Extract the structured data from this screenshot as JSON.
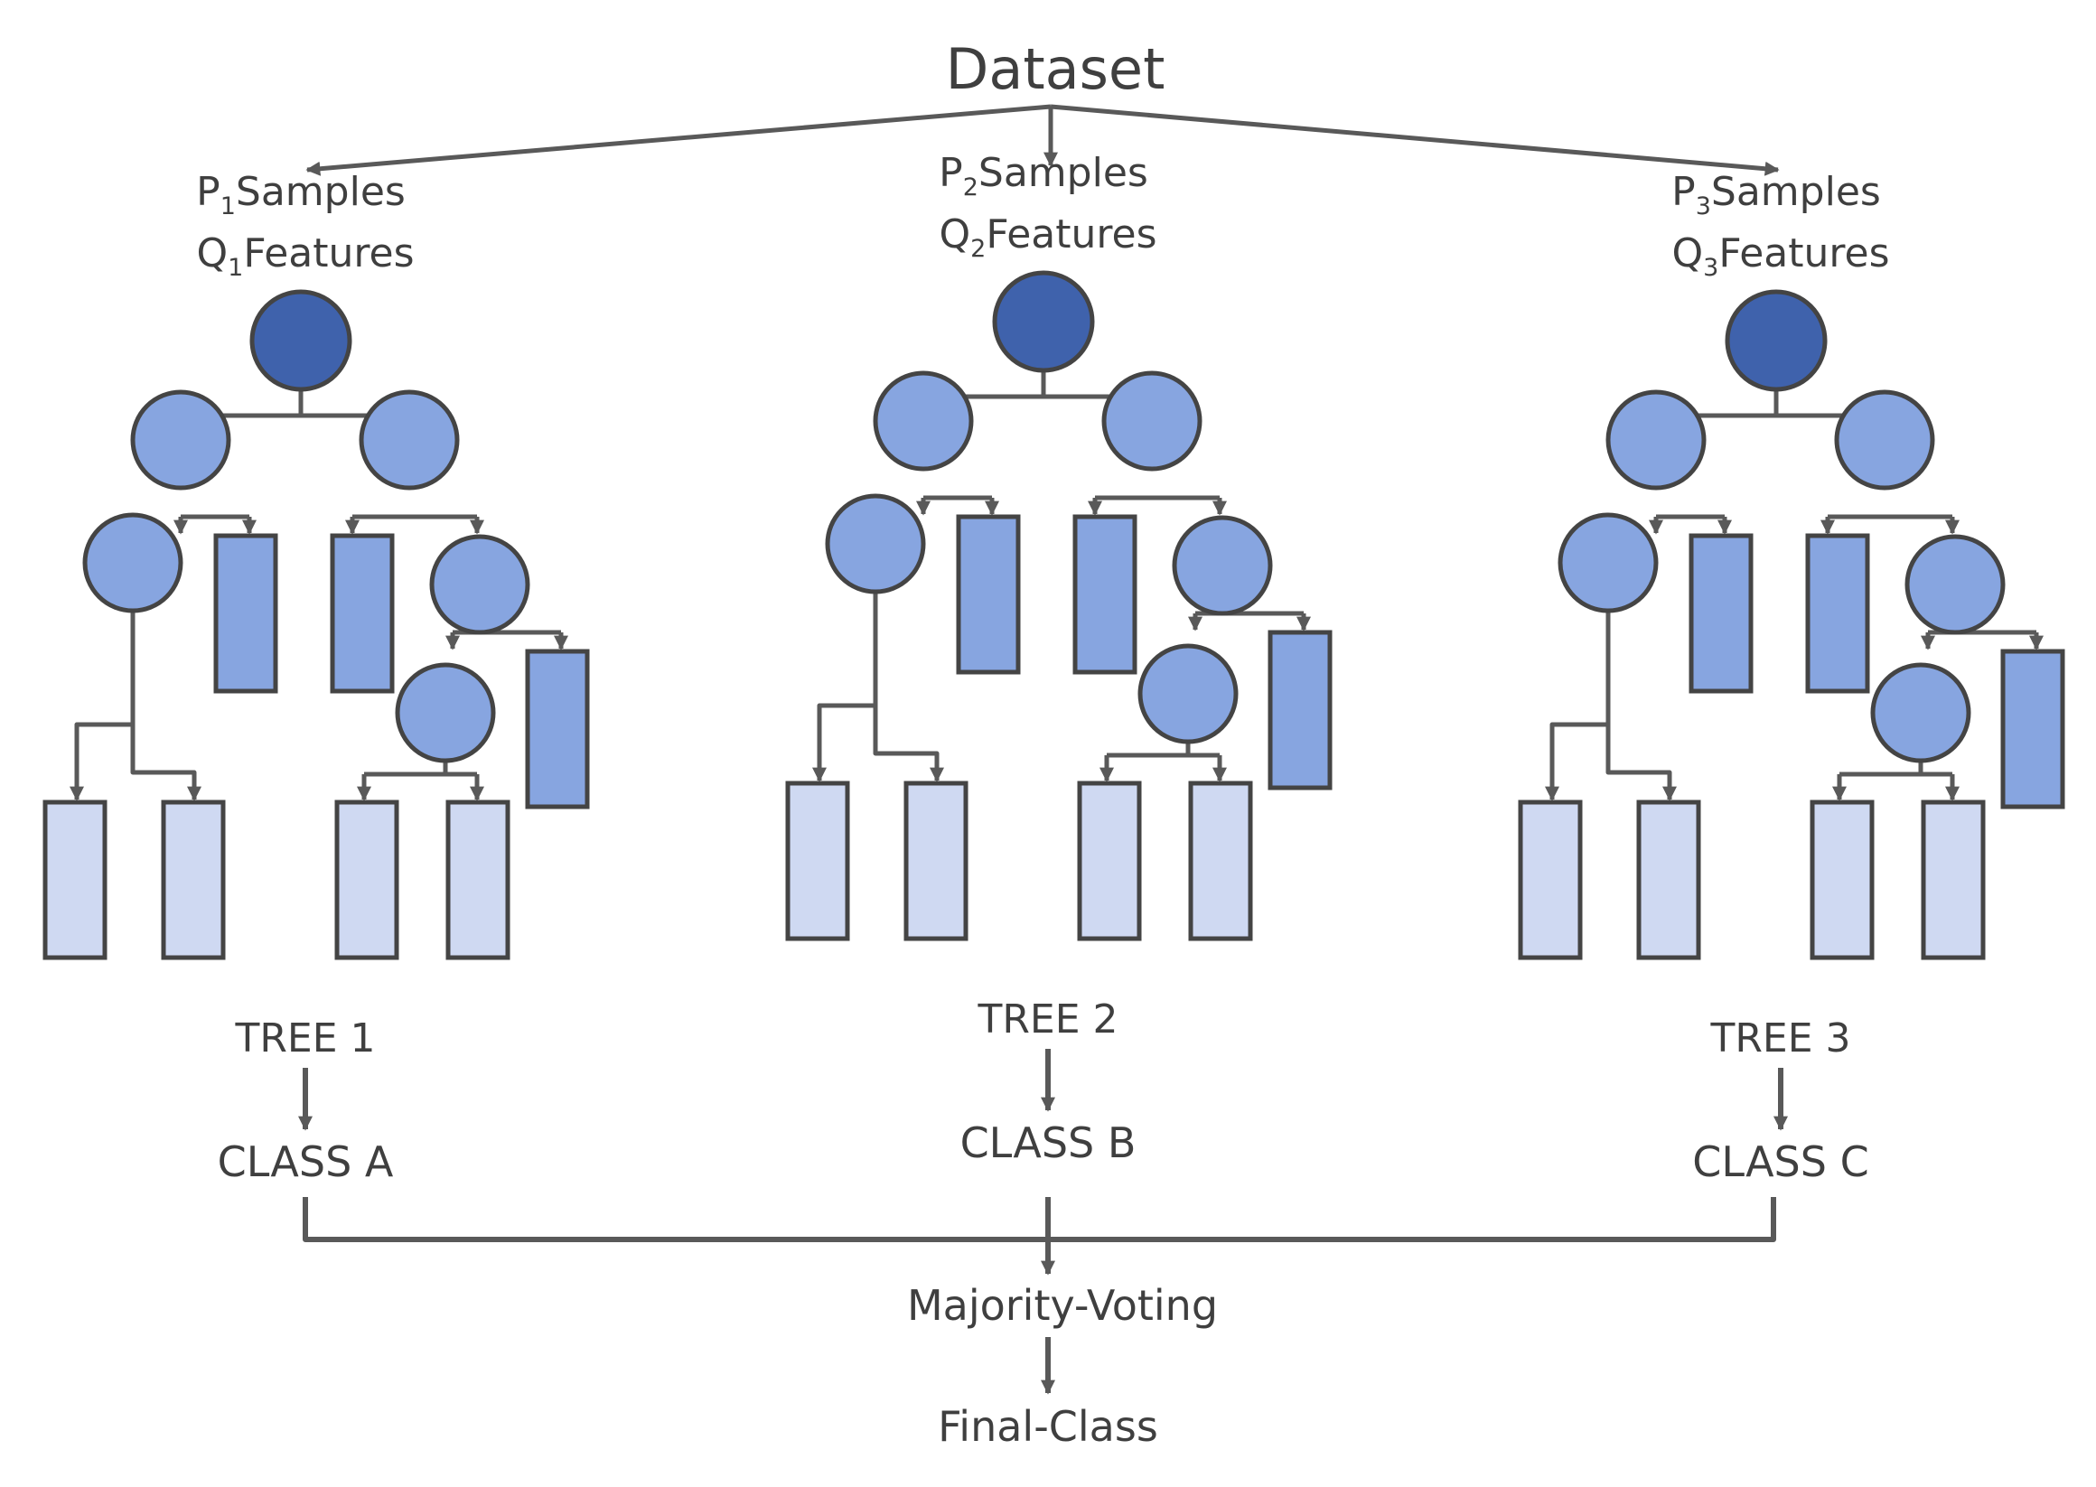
{
  "title": "Dataset",
  "trees": [
    {
      "samples": {
        "prefix": "P",
        "sub": "1",
        "suffix": "Samples"
      },
      "features": {
        "prefix": "Q",
        "sub": "1",
        "suffix": "Features"
      },
      "label": "TREE 1",
      "class_label": "CLASS A"
    },
    {
      "samples": {
        "prefix": "P",
        "sub": "2",
        "suffix": "Samples"
      },
      "features": {
        "prefix": "Q",
        "sub": "2",
        "suffix": "Features"
      },
      "label": "TREE 2",
      "class_label": "CLASS B"
    },
    {
      "samples": {
        "prefix": "P",
        "sub": "3",
        "suffix": "Samples"
      },
      "features": {
        "prefix": "Q",
        "sub": "3",
        "suffix": "Features"
      },
      "label": "TREE 3",
      "class_label": "CLASS C"
    }
  ],
  "aggregation": "Majority-Voting",
  "result": "Final-Class",
  "colors": {
    "root_node": "#3f62ac",
    "split_node": "#87a5e0",
    "inner_leaf": "#87a5e0",
    "terminal_leaf": "#cfd9f2",
    "outline": "#444444",
    "edge": "#595959",
    "text": "#3f3f3f"
  }
}
